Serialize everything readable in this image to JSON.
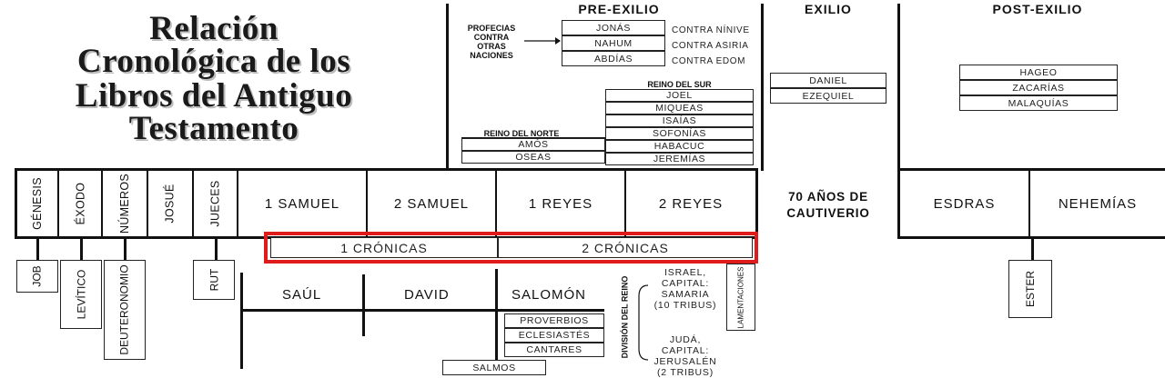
{
  "title": {
    "line1": "Relación",
    "line2": "Cronológica de los",
    "line3": "Libros del Antiguo",
    "line4": "Testamento"
  },
  "sections": {
    "pre_exilio": "PRE-EXILIO",
    "exilio": "EXILIO",
    "post_exilio": "POST-EXILIO"
  },
  "profecias_label": {
    "l1": "PROFECIAS",
    "l2": "CONTRA",
    "l3": "OTRAS",
    "l4": "NACIONES"
  },
  "naciones_books": [
    "JONÁS",
    "NAHUM",
    "ABDÍAS"
  ],
  "contra": [
    "CONTRA NÍNIVE",
    "CONTRA ASIRIA",
    "CONTRA EDOM"
  ],
  "reino_sur": {
    "label": "REINO DEL SUR",
    "books": [
      "JOEL",
      "MIQUEAS",
      "ISAÍAS",
      "SOFONÍAS",
      "HABACUC",
      "JEREMÍAS"
    ]
  },
  "reino_norte": {
    "label": "REINO DEL NORTE",
    "books": [
      "AMÓS",
      "OSEAS"
    ]
  },
  "exilio_books": [
    "DANIEL",
    "EZEQUIEL"
  ],
  "post_books": [
    "HAGEO",
    "ZACARÍAS",
    "MALAQUÍAS"
  ],
  "pentateuch": [
    "GÉNESIS",
    "ÉXODO",
    "NÚMEROS",
    "JOSUÉ",
    "JUECES"
  ],
  "historical": [
    "1 SAMUEL",
    "2 SAMUEL",
    "1 REYES",
    "2 REYES"
  ],
  "cautiverio": {
    "l1": "70 AÑOS DE",
    "l2": "CAUTIVERIO"
  },
  "post_historical": [
    "ESDRAS",
    "NEHEMÍAS"
  ],
  "cronicas": [
    "1 CRÓNICAS",
    "2 CRÓNICAS"
  ],
  "side_books": {
    "job": "JOB",
    "levitico": "LEVÍTICO",
    "deuteronomio": "DEUTERONOMIO",
    "rut": "RUT",
    "lamentaciones": "LAMENTACIONES",
    "ester": "ESTER"
  },
  "kings": [
    "SAÚL",
    "DAVID",
    "SALOMÓN"
  ],
  "salomon_books": [
    "PROVERBIOS",
    "ECLESIASTÉS",
    "CANTARES"
  ],
  "salmos": "SALMOS",
  "division_label": "DIVISIÓN DEL REINO",
  "israel": {
    "l1": "ISRAEL,",
    "l2": "CAPITAL:",
    "l3": "SAMARIA",
    "l4": "(10 TRIBUS)"
  },
  "juda": {
    "l1": "JUDÁ,",
    "l2": "CAPITAL:",
    "l3": "JERUSALÉN",
    "l4": "(2 TRIBUS)"
  },
  "colors": {
    "highlight": "#e01b1b",
    "line": "#111111"
  }
}
